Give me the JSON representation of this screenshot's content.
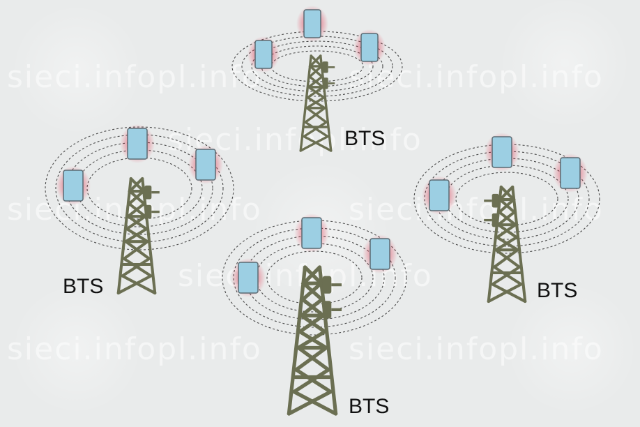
{
  "watermark": "sieci.infopl.info",
  "colors": {
    "background": "#e9ebeb",
    "tower": "#6b6f52",
    "phone_screen": "#9ccfe3",
    "phone_glow": "#e0304a",
    "rings": "#4a4a4a"
  },
  "cells": [
    {
      "label": "BTS"
    },
    {
      "label": "BTS"
    },
    {
      "label": "BTS"
    },
    {
      "label": "BTS"
    }
  ]
}
